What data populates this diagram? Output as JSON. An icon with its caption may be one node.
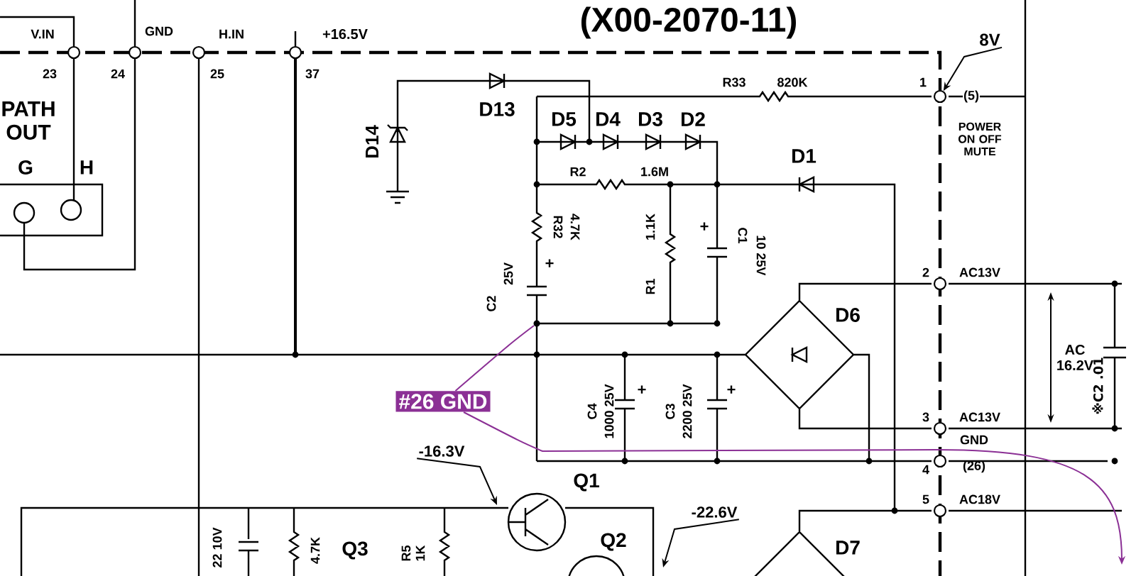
{
  "diagram": {
    "nodes": [
      {
        "text": [
          "#26 GND"
        ]
      },
      {
        "text": [],
        "shape": "circle"
      },
      {
        "text": [
          "8V"
        ]
      },
      {
        "text": [
          "-16.3V"
        ]
      },
      {
        "text": [
          "-22.6V"
        ]
      },
      {
        "text": [],
        "shape": "circle"
      }
    ],
    "edges": [
      {
        "from": 0,
        "to": 1,
        "arrow": "none",
        "color": "#8b3095"
      },
      {
        "from": 0,
        "to": null,
        "arrow": "to",
        "color": "#8b3095"
      },
      {
        "from": 2,
        "to": 5,
        "arrow": "to"
      },
      {
        "from": 3,
        "to": null,
        "arrow": "to"
      },
      {
        "from": 4,
        "to": null,
        "arrow": "to"
      }
    ],
    "labels": [
      "(X00-2070-11)",
      "V.IN",
      "GND",
      "H.IN",
      "+16.5V",
      "23",
      "24",
      "25",
      "37",
      "R33",
      "820K",
      "1",
      "(5)",
      "PATH OUT",
      "D14",
      "D13",
      "D5",
      "D4",
      "D3",
      "D2",
      "POWER ON OFF MUTE",
      "G",
      "H",
      "D1",
      "R2",
      "1.6M",
      "R32",
      "4.7K",
      "1.1K",
      "R1",
      "C1",
      "10 25V",
      "+",
      "C2",
      "25V",
      "+",
      "2",
      "AC13V",
      "D6",
      "AC 16.2V",
      "※C2 .01",
      "3",
      "AC13V",
      "GND",
      "4",
      "(26)",
      "C4",
      "1000 25V",
      "+",
      "C3",
      "2200 25V",
      "+",
      "5",
      "AC18V",
      "Q1",
      "Q2",
      "D7",
      "Q3",
      "22 10V",
      "4.7K",
      "R5",
      "1K"
    ]
  }
}
